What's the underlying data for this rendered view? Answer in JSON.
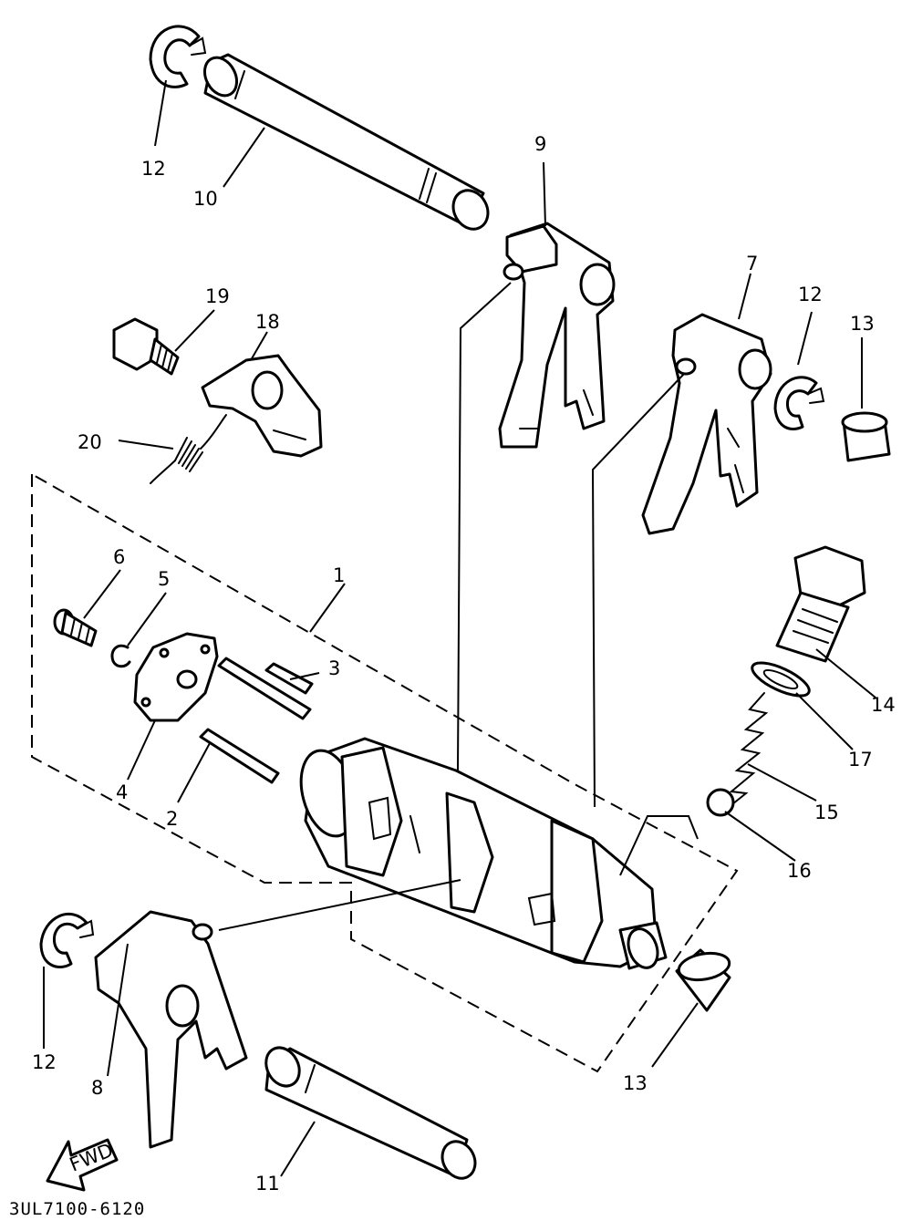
{
  "diagram": {
    "drawing_code": "3UL7100-6120",
    "fwd_label": "FWD",
    "callouts": [
      "1",
      "2",
      "3",
      "4",
      "5",
      "6",
      "7",
      "8",
      "9",
      "10",
      "11",
      "12",
      "12",
      "12",
      "13",
      "13",
      "14",
      "15",
      "16",
      "17",
      "18",
      "19",
      "20"
    ]
  }
}
